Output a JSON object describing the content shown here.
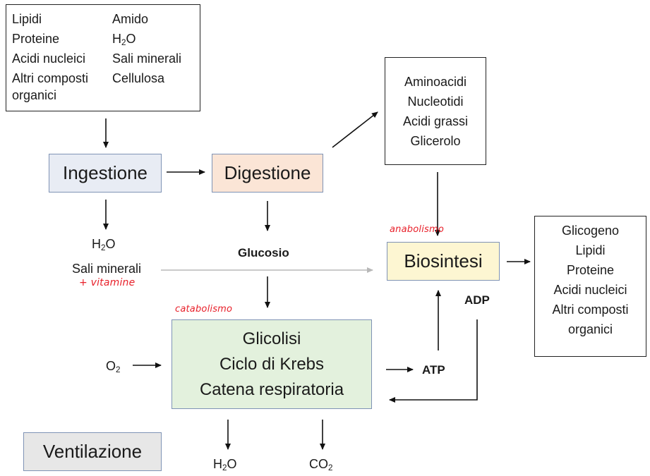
{
  "food_sources": {
    "left": [
      "Lipidi",
      "Proteine",
      "Acidi nucleici",
      "Altri composti",
      "organici"
    ],
    "right": [
      "Amido",
      "H2O",
      "Sali minerali",
      "Cellulosa"
    ]
  },
  "processes": {
    "ingestione": "Ingestione",
    "digestione": "Digestione",
    "biosintesi": "Biosintesi",
    "respiration": [
      "Glicolisi",
      "Ciclo di Krebs",
      "Catena respiratoria"
    ],
    "ventilazione": "Ventilazione"
  },
  "digestion_products": [
    "Aminoacidi",
    "Nucleotidi",
    "Acidi grassi",
    "Glicerolo"
  ],
  "biosynthesis_products": [
    "Glicogeno",
    "Lipidi",
    "Proteine",
    "Acidi nucleici",
    "Altri composti",
    "organici"
  ],
  "labels": {
    "h2o_top": "H2O",
    "sali_minerali": "Sali minerali",
    "vitamine": "+ vitamine",
    "glucosio": "Glucosio",
    "o2": "O2",
    "atp": "ATP",
    "adp": "ADP",
    "h2o_bottom": "H2O",
    "co2": "CO2",
    "anabolismo": "anabolismo",
    "catabolismo": "catabolismo"
  },
  "colors": {
    "process_border": "#7f93b5",
    "ingestione_fill": "#e8ecf4",
    "digestione_fill": "#fbe5d6",
    "biosintesi_fill": "#fdf6d2",
    "respiration_fill": "#e3f1dd",
    "ventilazione_fill": "#e7e7e7",
    "annotation_red": "#e8202a",
    "gray_arrow": "#b8b8b8"
  }
}
